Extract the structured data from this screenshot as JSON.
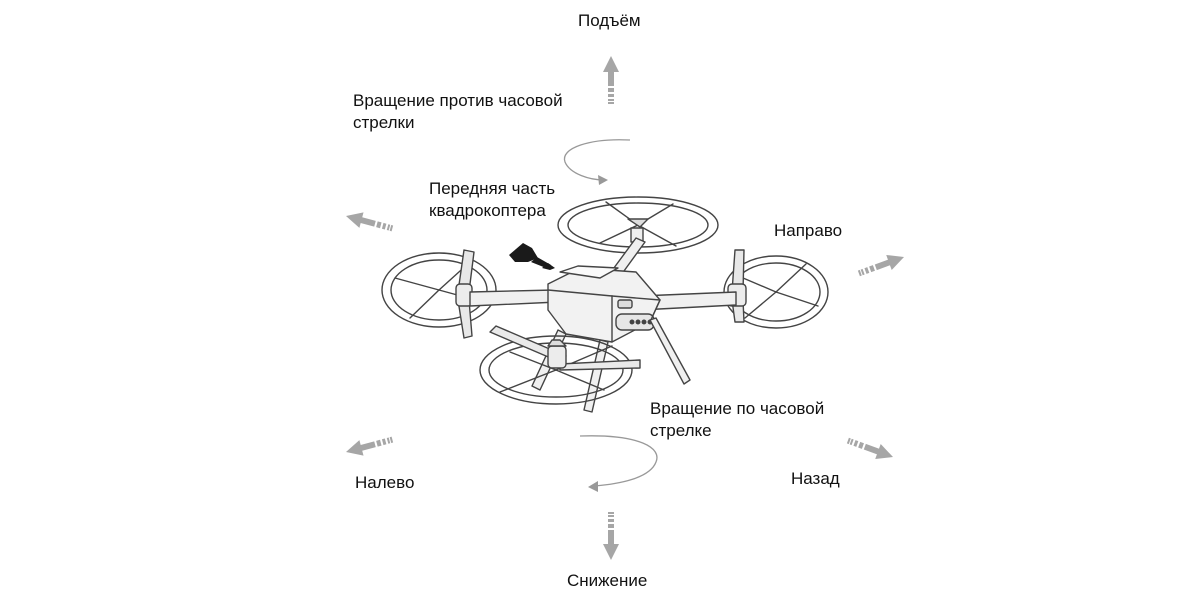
{
  "labels": {
    "up": "Подъём",
    "down": "Снижение",
    "ccw_line1": "Вращение против часовой",
    "ccw_line2": "стрелки",
    "cw_line1": "Вращение по часовой",
    "cw_line2": "стрелке",
    "front_line1": "Передняя часть",
    "front_line2": "квадрокоптера",
    "right": "Направо",
    "left": "Налево",
    "back": "Назад"
  },
  "colors": {
    "arrow": "#a6a6a6",
    "line": "#444444",
    "body": "#f2f2f2",
    "front_arrow": "#1a1a1a"
  },
  "icons": {
    "up_arrow": "arrow-up-icon",
    "down_arrow": "arrow-down-icon",
    "left_arrow": "arrow-left-icon",
    "back_left_arrow": "arrow-down-left-icon",
    "right_arrow": "arrow-up-right-icon",
    "back_arrow": "arrow-down-right-icon",
    "ccw_rotation": "rotate-ccw-icon",
    "cw_rotation": "rotate-cw-icon",
    "front_arrow": "front-direction-icon",
    "drone": "quadcopter-icon"
  }
}
